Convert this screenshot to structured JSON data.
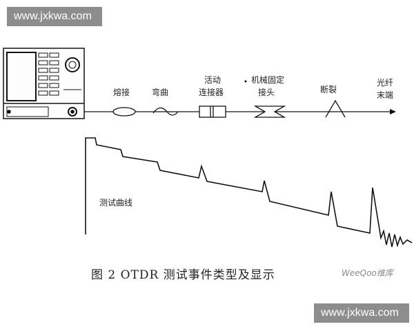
{
  "watermark_top": "www.jxkwa.com",
  "watermark_bottom": "www.jxkwa.com",
  "events": {
    "fusion_splice": "熔接",
    "bend": "弯曲",
    "connector_line1": "活动",
    "connector_line2": "连接器",
    "mech_splice_line1": "机械固定",
    "mech_splice_line2": "接头",
    "break": "断裂",
    "fiber_end_line1": "光纤",
    "fiber_end_line2": "末端"
  },
  "trace_label": "测试曲线",
  "caption": "图 2   OTDR 测试事件类型及显示",
  "logo_text": "WeeQoo维库"
}
